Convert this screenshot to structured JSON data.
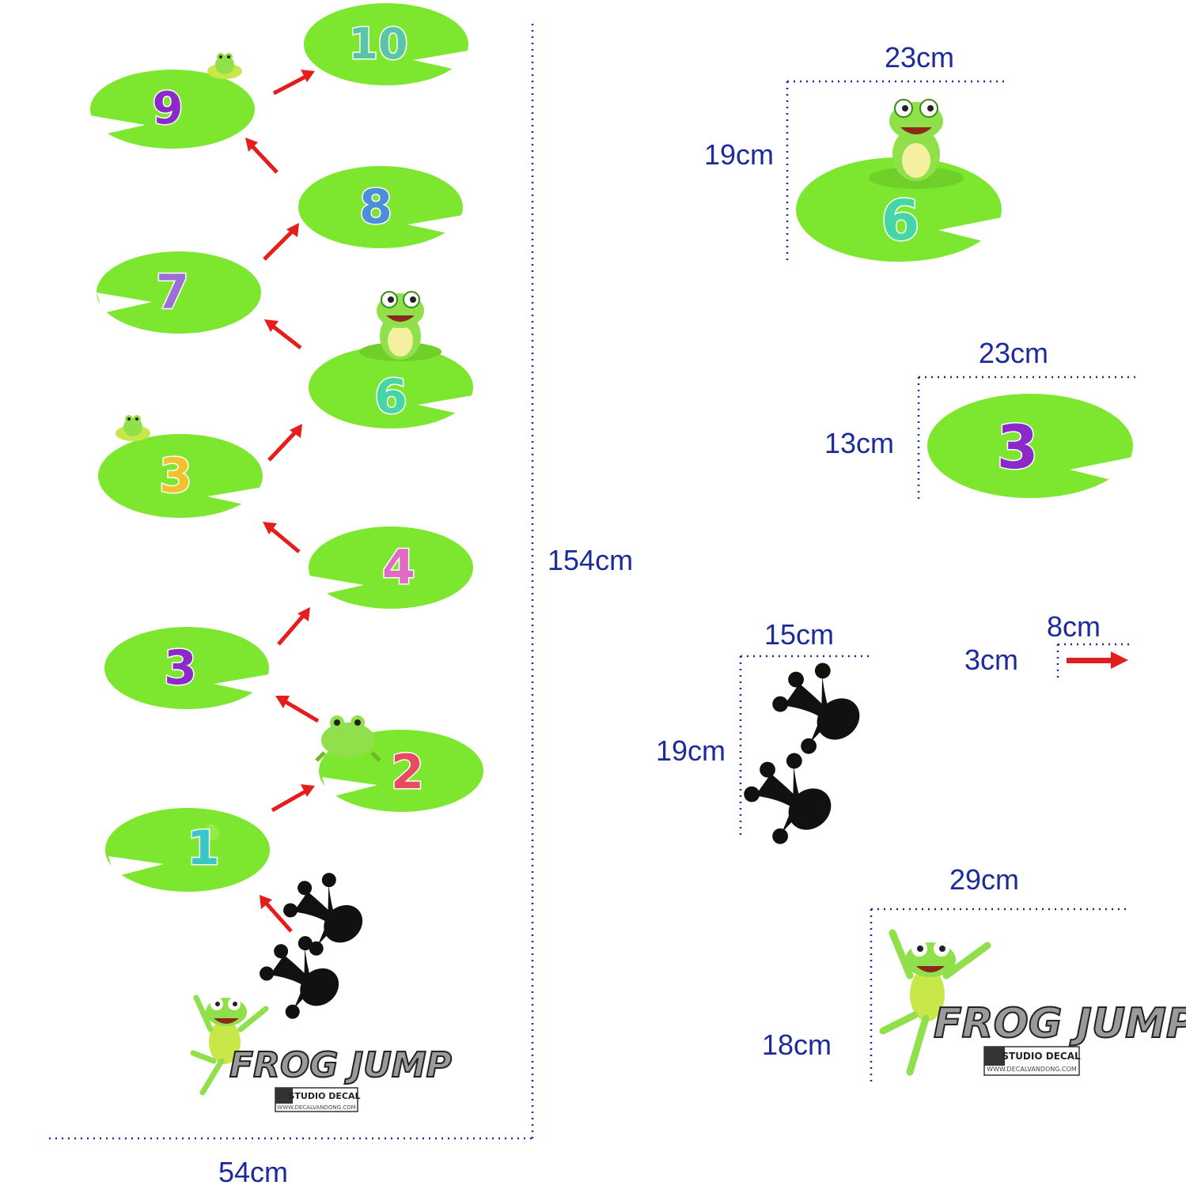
{
  "dimensions": {
    "total_height": "154cm",
    "total_width": "54cm",
    "big_pad_width": "23cm",
    "big_pad_height": "19cm",
    "small_pad_width": "23cm",
    "small_pad_height": "13cm",
    "footprint_width": "15cm",
    "footprint_height": "19cm",
    "arrow_width": "8cm",
    "arrow_height": "3cm",
    "logo_width": "29cm",
    "logo_height": "18cm"
  },
  "pads": [
    {
      "number": "1",
      "color": "#38c7c6"
    },
    {
      "number": "2",
      "color": "#e84a5f"
    },
    {
      "number": "3",
      "color": "#8a2bc9"
    },
    {
      "number": "4",
      "color": "#e06bc2"
    },
    {
      "number": "3",
      "color": "#f2c12e"
    },
    {
      "number": "6",
      "color": "#45d6a8"
    },
    {
      "number": "7",
      "color": "#9b6fd6"
    },
    {
      "number": "8",
      "color": "#4a8fd8"
    },
    {
      "number": "9",
      "color": "#8a2bc9"
    },
    {
      "number": "10",
      "color": "#58c4a8"
    }
  ],
  "detail_pads": [
    {
      "number": "6",
      "color": "#45d6a8"
    },
    {
      "number": "3",
      "color": "#8a2bc9"
    }
  ],
  "logo": {
    "title": "FROG JUMP",
    "brand": "STUDIO DECAL",
    "site": "WWW.DECALVANDONG.COM"
  },
  "colors": {
    "pad": "#7de62e",
    "pad_dark": "#5cc218",
    "arrow": "#e51d1d",
    "dim_text": "#1c2b9a",
    "dots": "#1c2b9a",
    "frog": "#8fe04a",
    "footprint": "#111111"
  },
  "icons": [
    "lily-pad-icon",
    "frog-icon",
    "footprint-icon",
    "arrow-icon"
  ]
}
